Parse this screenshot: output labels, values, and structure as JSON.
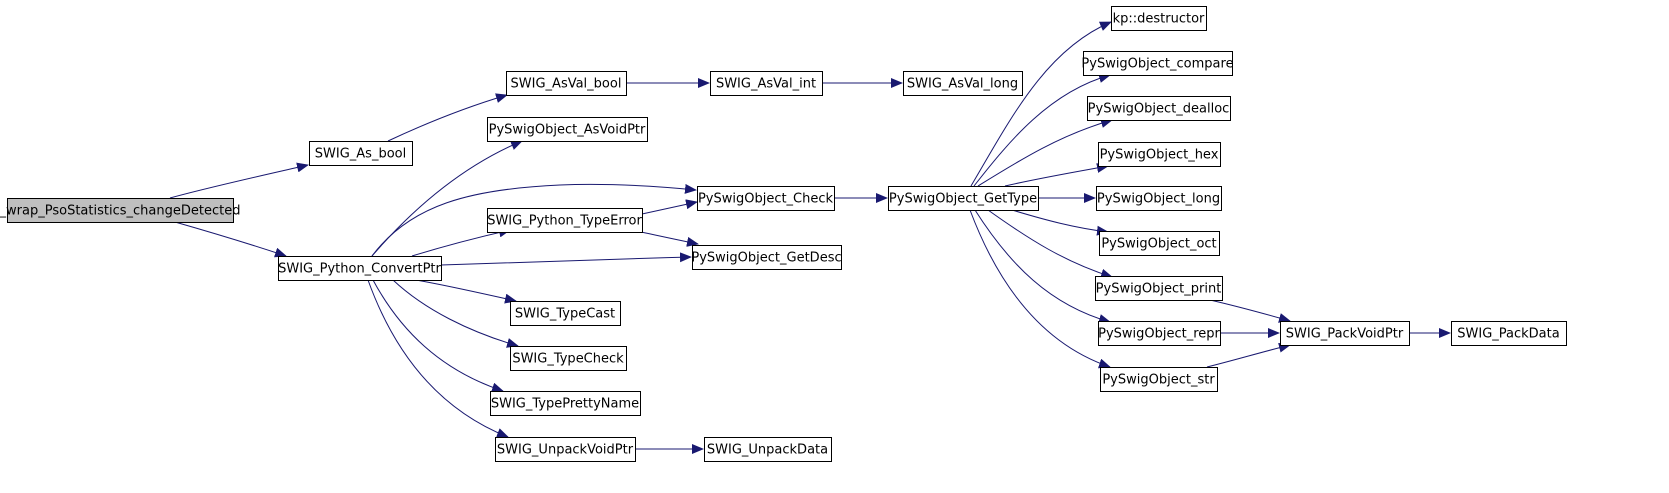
{
  "diagram": {
    "edge_color": "#191970",
    "root_fill": "#bfbfbf",
    "nodes": [
      {
        "id": "root",
        "label": "_wrap_PsoStatistics_changeDetected"
      },
      {
        "id": "as_bool",
        "label": "SWIG_As_bool"
      },
      {
        "id": "convertptr",
        "label": "SWIG_Python_ConvertPtr"
      },
      {
        "id": "asval_bool",
        "label": "SWIG_AsVal_bool"
      },
      {
        "id": "asval_int",
        "label": "SWIG_AsVal_int"
      },
      {
        "id": "asval_long",
        "label": "SWIG_AsVal_long"
      },
      {
        "id": "asvoidptr",
        "label": "PySwigObject_AsVoidPtr"
      },
      {
        "id": "check",
        "label": "PySwigObject_Check"
      },
      {
        "id": "typeerror",
        "label": "SWIG_Python_TypeError"
      },
      {
        "id": "getdesc",
        "label": "PySwigObject_GetDesc"
      },
      {
        "id": "typecast",
        "label": "SWIG_TypeCast"
      },
      {
        "id": "typecheck",
        "label": "SWIG_TypeCheck"
      },
      {
        "id": "prettyname",
        "label": "SWIG_TypePrettyName"
      },
      {
        "id": "unpackvoidptr",
        "label": "SWIG_UnpackVoidPtr"
      },
      {
        "id": "unpackdata",
        "label": "SWIG_UnpackData"
      },
      {
        "id": "gettype",
        "label": "PySwigObject_GetType"
      },
      {
        "id": "destructor",
        "label": "kp::destructor"
      },
      {
        "id": "compare",
        "label": "PySwigObject_compare"
      },
      {
        "id": "dealloc",
        "label": "PySwigObject_dealloc"
      },
      {
        "id": "hex",
        "label": "PySwigObject_hex"
      },
      {
        "id": "long",
        "label": "PySwigObject_long"
      },
      {
        "id": "oct",
        "label": "PySwigObject_oct"
      },
      {
        "id": "print",
        "label": "PySwigObject_print"
      },
      {
        "id": "repr",
        "label": "PySwigObject_repr"
      },
      {
        "id": "str",
        "label": "PySwigObject_str"
      },
      {
        "id": "packvoidptr",
        "label": "SWIG_PackVoidPtr"
      },
      {
        "id": "packdata",
        "label": "SWIG_PackData"
      }
    ],
    "edges": [
      {
        "from": "root",
        "to": "as_bool"
      },
      {
        "from": "root",
        "to": "convertptr"
      },
      {
        "from": "as_bool",
        "to": "asval_bool"
      },
      {
        "from": "asval_bool",
        "to": "asval_int"
      },
      {
        "from": "asval_int",
        "to": "asval_long"
      },
      {
        "from": "convertptr",
        "to": "asvoidptr"
      },
      {
        "from": "convertptr",
        "to": "check"
      },
      {
        "from": "convertptr",
        "to": "typeerror"
      },
      {
        "from": "convertptr",
        "to": "getdesc"
      },
      {
        "from": "convertptr",
        "to": "typecast"
      },
      {
        "from": "convertptr",
        "to": "typecheck"
      },
      {
        "from": "convertptr",
        "to": "prettyname"
      },
      {
        "from": "convertptr",
        "to": "unpackvoidptr"
      },
      {
        "from": "typeerror",
        "to": "check"
      },
      {
        "from": "typeerror",
        "to": "getdesc"
      },
      {
        "from": "unpackvoidptr",
        "to": "unpackdata"
      },
      {
        "from": "check",
        "to": "gettype"
      },
      {
        "from": "gettype",
        "to": "destructor"
      },
      {
        "from": "gettype",
        "to": "compare"
      },
      {
        "from": "gettype",
        "to": "dealloc"
      },
      {
        "from": "gettype",
        "to": "hex"
      },
      {
        "from": "gettype",
        "to": "long"
      },
      {
        "from": "gettype",
        "to": "oct"
      },
      {
        "from": "gettype",
        "to": "print"
      },
      {
        "from": "gettype",
        "to": "repr"
      },
      {
        "from": "gettype",
        "to": "str"
      },
      {
        "from": "print",
        "to": "packvoidptr"
      },
      {
        "from": "repr",
        "to": "packvoidptr"
      },
      {
        "from": "str",
        "to": "packvoidptr"
      },
      {
        "from": "packvoidptr",
        "to": "packdata"
      }
    ]
  }
}
